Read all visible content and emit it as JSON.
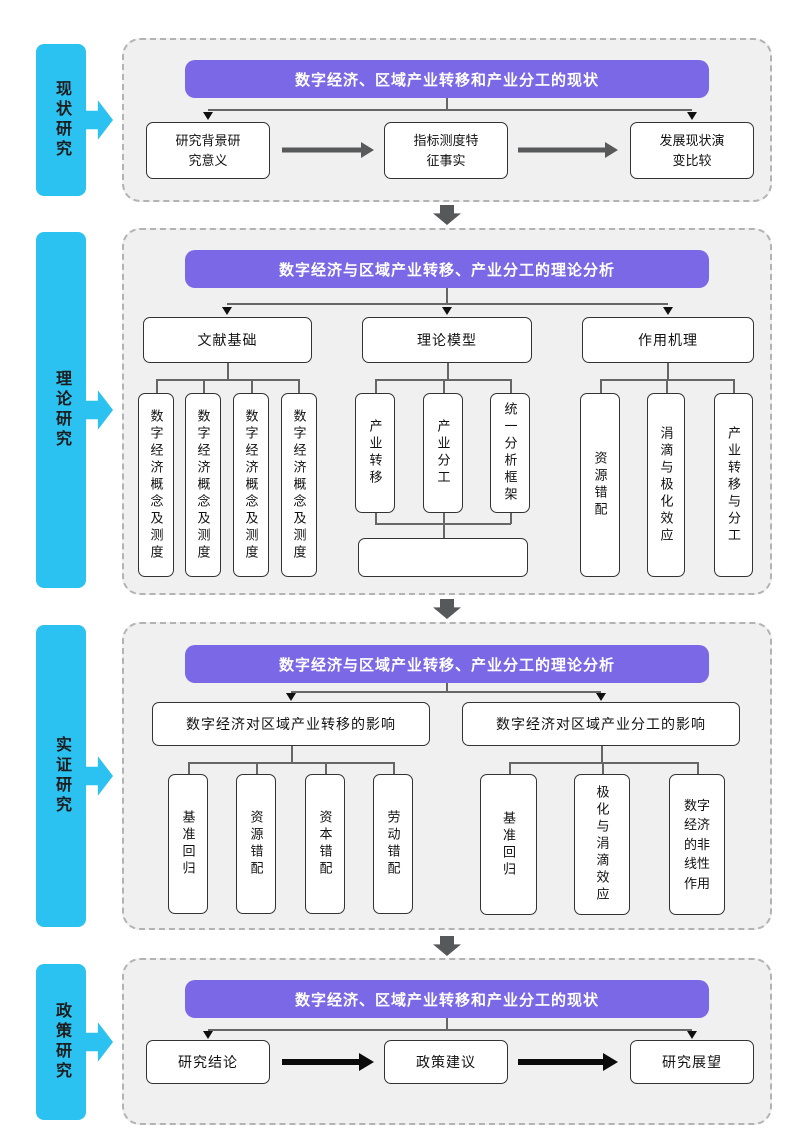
{
  "colors": {
    "panel_bg": "#f0f0f0",
    "panel_border": "#b3b3b3",
    "header_purple": "#7b68e6",
    "sidebar_cyan": "#2bc1f0",
    "box_border": "#333333",
    "connector_gray": "#666666",
    "flow_arrow_gray": "#58595b",
    "flow_arrow_black": "#0b0b0b"
  },
  "sections": [
    {
      "sidebar": "现状研究",
      "header": "数字经济、区域产业转移和产业分工的现状",
      "boxes": [
        "研究背景研\n究意义",
        "指标测度特\n征事实",
        "发展现状演\n变比较"
      ]
    },
    {
      "sidebar": "理论研究",
      "header": "数字经济与区域产业转移、产业分工的理论分析",
      "groups": [
        {
          "label": "文献基础",
          "children": [
            "数字经济概念及测度",
            "数字经济概念及测度",
            "数字经济概念及测度",
            "数字经济概念及测度"
          ]
        },
        {
          "label": "理论模型",
          "children": [
            "产业转移",
            "产业分工",
            "统一分析框架"
          ],
          "summary": ""
        },
        {
          "label": "作用机理",
          "children": [
            "资源错配",
            "涓滴与极化效应",
            "产业转移与分工"
          ]
        }
      ]
    },
    {
      "sidebar": "实证研究",
      "header": "数字经济与区域产业转移、产业分工的理论分析",
      "groups": [
        {
          "label": "数字经济对区域产业转移的影响",
          "children": [
            "基准回归",
            "资源错配",
            "资本错配",
            "劳动错配"
          ]
        },
        {
          "label": "数字经济对区域产业分工的影响",
          "children": [
            "基准回归",
            "极化与涓滴效应",
            "数字\n经济\n的非\n线性\n作用"
          ]
        }
      ]
    },
    {
      "sidebar": "政策研究",
      "header": "数字经济、区域产业转移和产业分工的现状",
      "boxes": [
        "研究结论",
        "政策建议",
        "研究展望"
      ]
    }
  ]
}
